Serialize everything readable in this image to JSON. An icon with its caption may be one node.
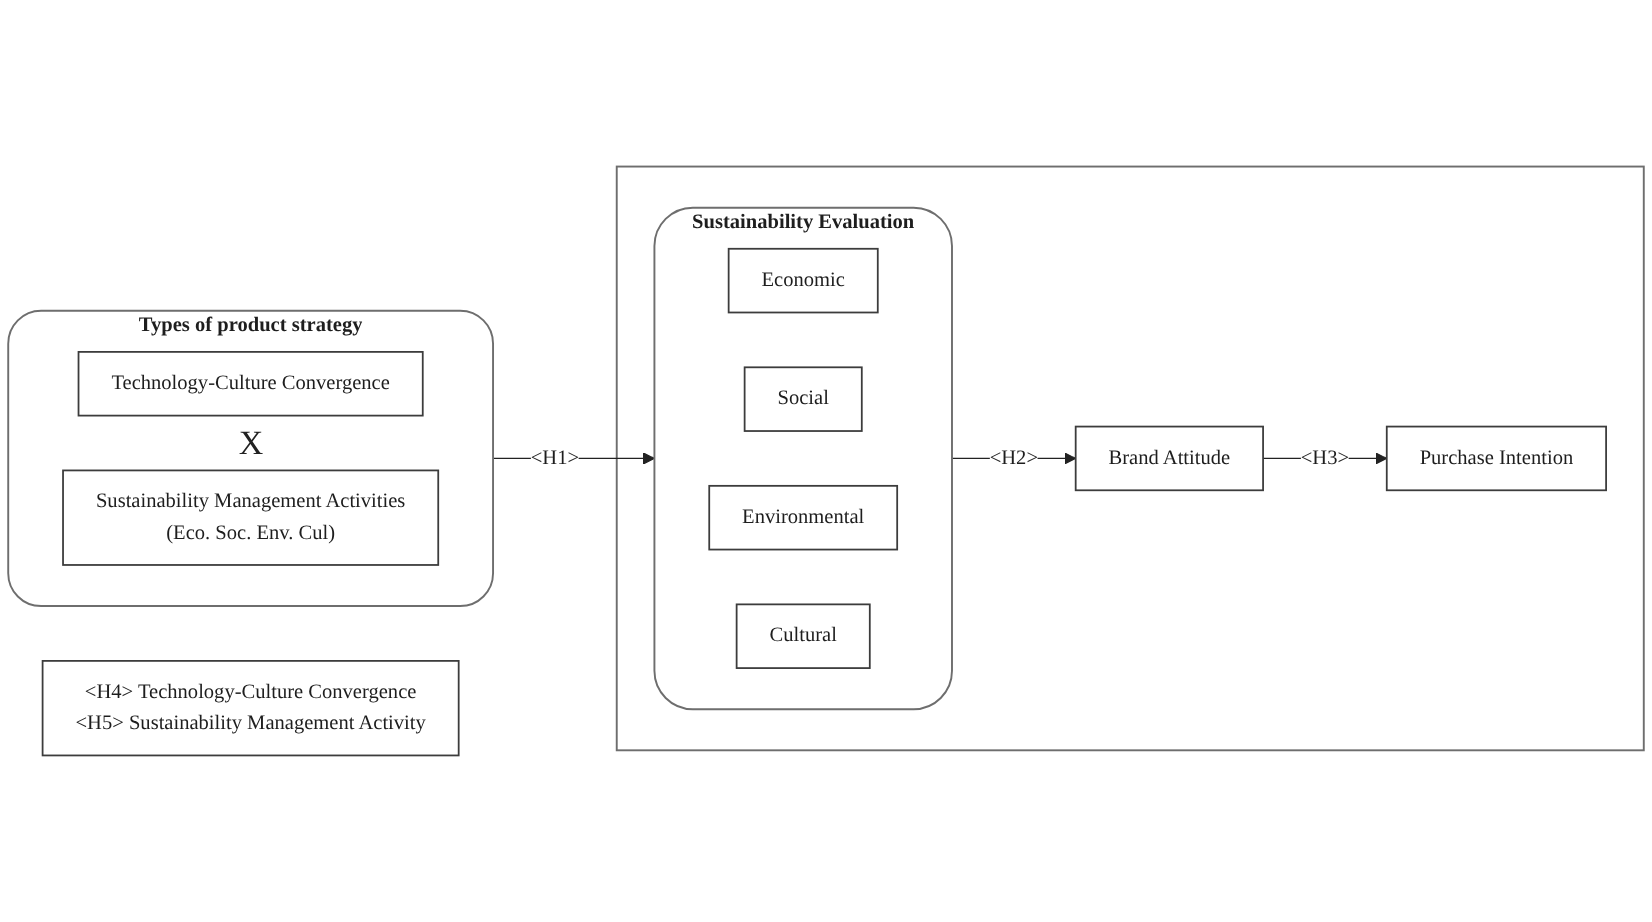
{
  "diagram": {
    "nodes": [
      {
        "text": [
          "Types of product strategy"
        ]
      },
      {
        "text": [
          "Technology-Culture Convergence"
        ],
        "in": 0
      },
      {
        "text": [
          "Sustainability Management Activities",
          "(Eco. Soc. Env. Cul)"
        ],
        "in": 0
      },
      {
        "text": [],
        "shape": "box"
      },
      {
        "text": [
          "Sustainability Evaluation"
        ],
        "in": 3
      },
      {
        "text": [
          "Economic"
        ],
        "in": 4
      },
      {
        "text": [
          "Social"
        ],
        "in": 4
      },
      {
        "text": [
          "Environmental"
        ],
        "in": 4
      },
      {
        "text": [
          "Cultural"
        ],
        "in": 4
      },
      {
        "text": [
          "Brand Attitude"
        ],
        "in": 3
      },
      {
        "text": [
          "Purchase Intention"
        ],
        "in": 3
      },
      {
        "text": [
          "<H4> Technology-Culture Convergence",
          "<H5> Sustainability Management Activity"
        ]
      }
    ],
    "edges": [
      {
        "from": 0,
        "to": 4,
        "arrow": "to",
        "label": "<H1>"
      },
      {
        "from": 4,
        "to": 9,
        "arrow": "to",
        "label": "<H2>"
      },
      {
        "from": 9,
        "to": 10,
        "arrow": "to",
        "label": "<H3>"
      }
    ],
    "labels": [
      "X"
    ]
  }
}
